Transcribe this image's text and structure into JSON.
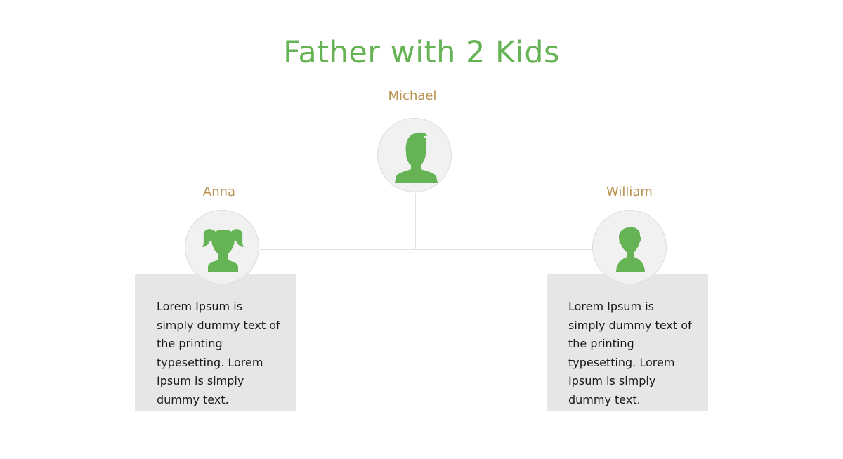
{
  "title": "Father with 2 Kids",
  "colors": {
    "accent": "#66b355",
    "name": "#b8924e",
    "box": "#e6e6e6",
    "circle": "#f1f1f1"
  },
  "father": {
    "name": "Michael",
    "icon": "man-avatar-icon"
  },
  "children": [
    {
      "name": "Anna",
      "icon": "girl-avatar-icon",
      "description": "Lorem Ipsum is simply dummy text of the printing typesetting. Lorem Ipsum is simply dummy text."
    },
    {
      "name": "William",
      "icon": "boy-avatar-icon",
      "description": "Lorem Ipsum is simply dummy text of the printing typesetting. Lorem Ipsum is simply dummy text."
    }
  ]
}
